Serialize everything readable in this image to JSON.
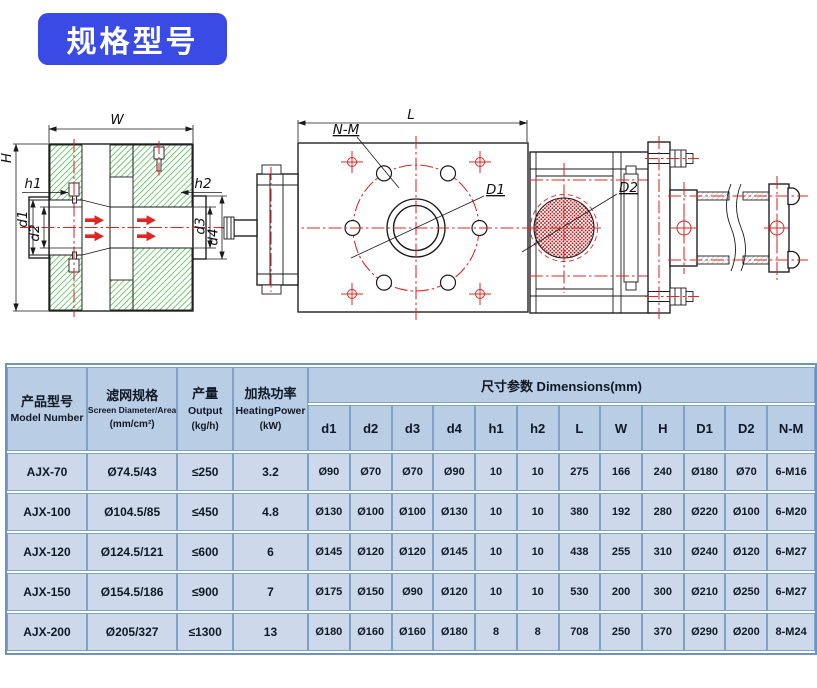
{
  "badge": {
    "label": "规格型号",
    "bg_color": "#3a4ae4",
    "text_color": "#ffffff"
  },
  "diagram": {
    "labels": {
      "W": "W",
      "H": "H",
      "h1": "h1",
      "h2": "h2",
      "d1": "d1",
      "d2": "d2",
      "d3": "d3",
      "d4": "d4",
      "L": "L",
      "NM": "N-M",
      "D1": "D1",
      "D2": "D2"
    },
    "colors": {
      "outline": "#1a1a1a",
      "centerline_red": "#e02525",
      "hatch_green": "#2db32d",
      "screen_mesh_red": "#c01818"
    }
  },
  "table": {
    "header": {
      "col1_zh": "产品型号",
      "col1_en": "Model Number",
      "col2_zh": "滤网规格",
      "col2_en": "Screen Diameter/Area",
      "col2_unit": "(mm/cm²)",
      "col3_zh": "产量",
      "col3_en": "Output",
      "col3_unit": "(kg/h)",
      "col4_zh": "加热功率",
      "col4_en": "HeatingPower",
      "col4_unit": "(kW)",
      "dims_title": "尺寸参数 Dimensions(mm)",
      "dim_cols": [
        "d1",
        "d2",
        "d3",
        "d4",
        "h1",
        "h2",
        "L",
        "W",
        "H",
        "D1",
        "D2",
        "N-M"
      ]
    },
    "rows": [
      {
        "model": "AJX-70",
        "screen": "Ø74.5/43",
        "output": "≤250",
        "power": "3.2",
        "dims": [
          "Ø90",
          "Ø70",
          "Ø70",
          "Ø90",
          "10",
          "10",
          "275",
          "166",
          "240",
          "Ø180",
          "Ø70",
          "6-M16"
        ]
      },
      {
        "model": "AJX-100",
        "screen": "Ø104.5/85",
        "output": "≤450",
        "power": "4.8",
        "dims": [
          "Ø130",
          "Ø100",
          "Ø100",
          "Ø130",
          "10",
          "10",
          "380",
          "192",
          "280",
          "Ø220",
          "Ø100",
          "6-M20"
        ]
      },
      {
        "model": "AJX-120",
        "screen": "Ø124.5/121",
        "output": "≤600",
        "power": "6",
        "dims": [
          "Ø145",
          "Ø120",
          "Ø120",
          "Ø145",
          "10",
          "10",
          "438",
          "255",
          "310",
          "Ø240",
          "Ø120",
          "6-M27"
        ]
      },
      {
        "model": "AJX-150",
        "screen": "Ø154.5/186",
        "output": "≤900",
        "power": "7",
        "dims": [
          "Ø175",
          "Ø150",
          "Ø90",
          "Ø120",
          "10",
          "10",
          "530",
          "200",
          "300",
          "Ø210",
          "Ø250",
          "6-M27"
        ]
      },
      {
        "model": "AJX-200",
        "screen": "Ø205/327",
        "output": "≤1300",
        "power": "13",
        "dims": [
          "Ø180",
          "Ø160",
          "Ø160",
          "Ø180",
          "8",
          "8",
          "708",
          "250",
          "370",
          "Ø290",
          "Ø200",
          "8-M24"
        ]
      }
    ]
  }
}
